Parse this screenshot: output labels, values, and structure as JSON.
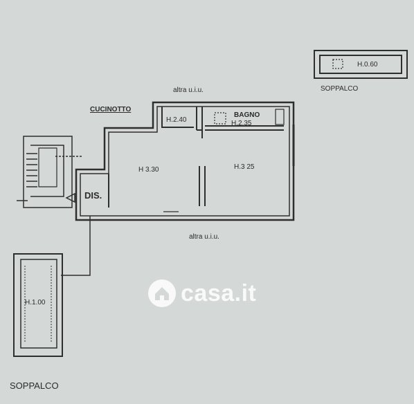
{
  "labels": {
    "altra_top": "altra u.i.u.",
    "altra_bottom": "altra u.i.u.",
    "cucinotto": "CUCINOTTO",
    "bagno": "BAGNO",
    "h_bagno": "H.2.35",
    "h_cucinotto": "H.2.40",
    "h_room1": "H 3.30",
    "h_room2": "H.3 25",
    "dis": "DIS.",
    "soppalco_top": "SOPPALCO",
    "h_soppalco_top": "H.0.60",
    "soppalco_bottom": "SOPPALCO",
    "h_soppalco_bottom": "H.1.00"
  },
  "watermark": {
    "text": "casa.it",
    "icon": "house-icon"
  },
  "colors": {
    "background": "#d4d8d6",
    "ink": "#2b2b2b",
    "watermark": "#ffffff"
  }
}
